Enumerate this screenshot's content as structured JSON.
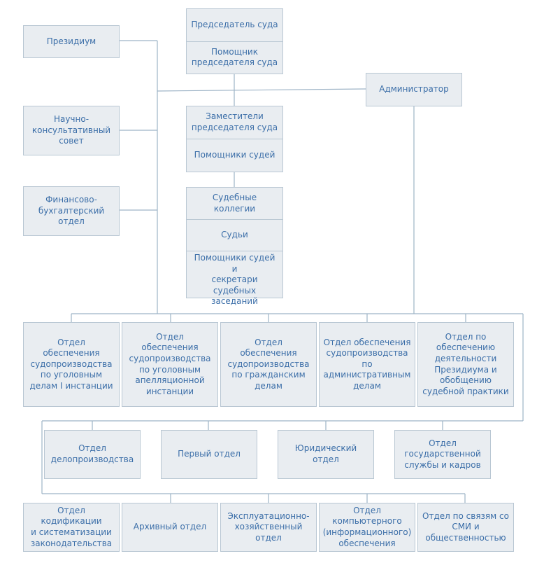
{
  "colors": {
    "box_fill": "#e9edf1",
    "box_border": "#b9c7d3",
    "text": "#3b6ea8",
    "line": "#9db3c6"
  },
  "left_column": {
    "presidium": "Президиум",
    "scientific_council": "Научно-\nконсультативный\nсовет",
    "finance_dept": "Финансово-\nбухгалтерский\nотдел"
  },
  "top_stack": {
    "chairman": "Председатель суда",
    "chairman_assistant": "Помощник\nпредседателя суда"
  },
  "administrator": "Администратор",
  "deputy_stack": {
    "deputies": "Заместители\nпредседателя суда",
    "judges_assistants": "Помощники судей"
  },
  "collegium_stack": {
    "collegia": "Судебные коллегии",
    "judges": "Судьи",
    "assistants_secretaries": "Помощники судей и\nсекретари судебных\nзаседаний"
  },
  "row1": [
    "Отдел обеспечения\nсудопроизводства\nпо уголовным\nделам I инстанции",
    "Отдел обеспечения\nсудопроизводства\nпо уголовным\nапелляционной\nинстанции",
    "Отдел обеспечения\nсудопроизводства\nпо гражданским\nделам",
    "Отдел обеспечения\nсудопроизводства\nпо\nадминистративным\nделам",
    "Отдел по\nобеспечению\nдеятельности\nПрезидиума и\nобобщению\nсудебной практики"
  ],
  "row2": [
    "Отдел\nделопроизводства",
    "Первый отдел",
    "Юридический отдел",
    "Отдел\nгосударственной\nслужбы и кадров"
  ],
  "row3": [
    "Отдел кодификации\nи систематизации\nзаконодательства",
    "Архивный отдел",
    "Эксплуатационно-\nхозяйственный\nотдел",
    "Отдел\nкомпьютерного\n(информационного)\nобеспечения",
    "Отдел по связям со\nСМИ и\nобщественностью"
  ]
}
